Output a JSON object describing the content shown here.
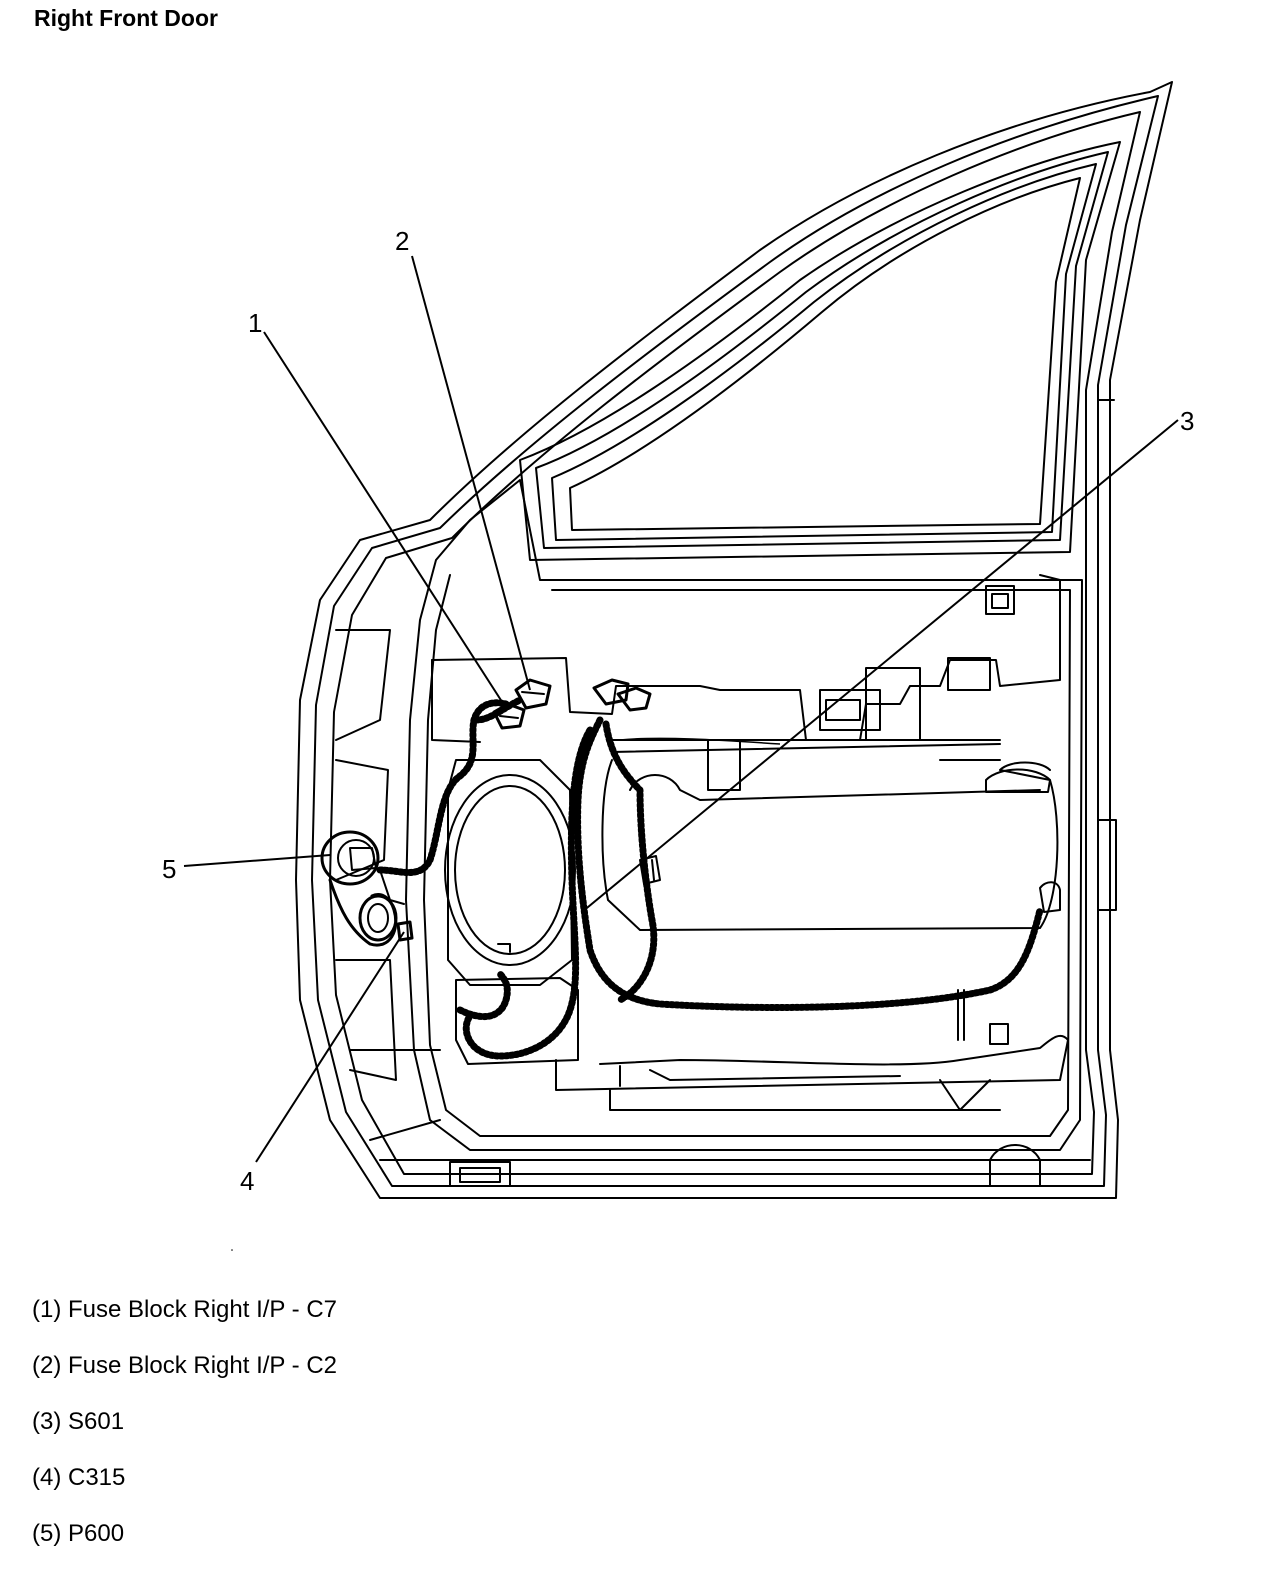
{
  "title": "Right Front Door",
  "callouts": [
    {
      "number": "1",
      "description": "Fuse Block Right I/P - C7"
    },
    {
      "number": "2",
      "description": "Fuse Block Right I/P - C2"
    },
    {
      "number": "3",
      "description": "S601"
    },
    {
      "number": "4",
      "description": "C315"
    },
    {
      "number": "5",
      "description": "P600"
    }
  ],
  "legend": [
    "(1) Fuse Block Right I/P - C7",
    "(2) Fuse Block Right I/P - C2",
    "(3) S601",
    "(4) C315",
    "(5) P600"
  ]
}
